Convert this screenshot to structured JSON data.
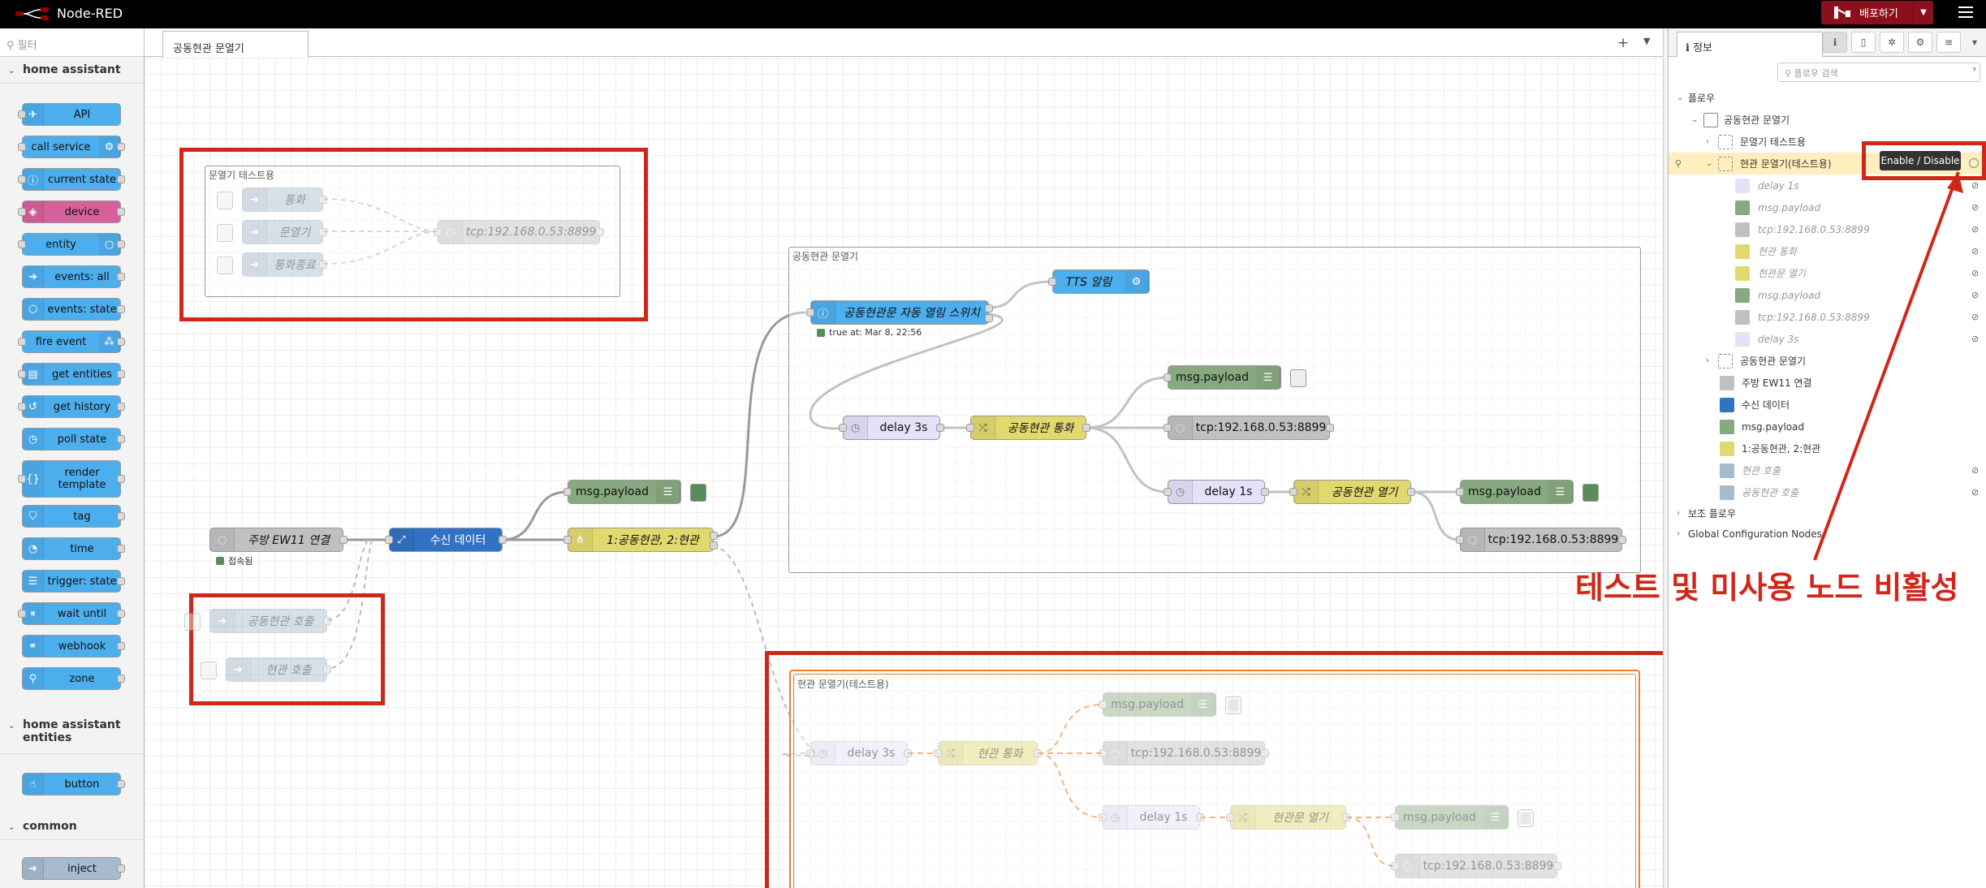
{
  "app": {
    "title": "Node-RED",
    "deploy_label": "배포하기"
  },
  "palette": {
    "filter_placeholder": "필터",
    "categories": [
      {
        "name": "home assistant"
      },
      {
        "name": "home assistant entities"
      },
      {
        "name": "common"
      }
    ],
    "nodes_ha": [
      "API",
      "call service",
      "current state",
      "device",
      "entity",
      "events: all",
      "events: state",
      "fire event",
      "get entities",
      "get history",
      "poll state",
      "render template",
      "tag",
      "time",
      "trigger: state",
      "wait until",
      "webhook",
      "zone"
    ],
    "nodes_entities": [
      "button"
    ],
    "nodes_common": [
      "inject"
    ]
  },
  "workspace": {
    "tab_label": "공동현관 문열기",
    "groups": {
      "test": "문열기 테스트용",
      "main": "공동현관 문열기",
      "hyeongwan": "현관 문열기(테스트용)"
    },
    "nodes": {
      "t_call": "통화",
      "t_open": "문열기",
      "t_end": "통화종료",
      "t_tcp": "tcp:192.168.0.53:8899",
      "ew11": "주방 EW11 연결",
      "ew11_status": "접속됨",
      "recv": "수신 데이터",
      "switch": "1:공동현관, 2:현관",
      "msg1": "msg.payload",
      "auto": "공동현관문 자동 열림 스위치",
      "auto_status": "true at: Mar 8, 22:56",
      "tts": "TTS 알림",
      "delay3s": "delay 3s",
      "call": "공동현관 통화",
      "msg2": "msg.payload",
      "tcp2": "tcp:192.168.0.53:8899",
      "delay1s": "delay 1s",
      "open": "공동현관 열기",
      "msg3": "msg.payload",
      "tcp3": "tcp:192.168.0.53:8899",
      "link1": "공동현관 호출",
      "link2": "현관 호출",
      "h_delay3s": "delay 3s",
      "h_call": "현관 통화",
      "h_msg": "msg.payload",
      "h_tcp": "tcp:192.168.0.53:8899",
      "h_delay1s": "delay 1s",
      "h_open": "현관문 열기",
      "h_msg2": "msg.payload",
      "h_tcp2": "tcp:192.168.0.53:8899"
    }
  },
  "sidebar": {
    "tab_label": "정보",
    "search_placeholder": "플로우 검색",
    "tooltip": "Enable / Disable",
    "tree": {
      "flows": "플로우",
      "flow1": "공동현관 문열기",
      "g_test": "문열기 테스트용",
      "g_hyeongwan": "현관 문열기(테스트용)",
      "c1": "delay 1s",
      "c2": "msg.payload",
      "c3": "tcp:192.168.0.53:8899",
      "c4": "현관 통화",
      "c5": "현관문 열기",
      "c6": "msg.payload",
      "c7": "tcp:192.168.0.53:8899",
      "c8": "delay 3s",
      "g_main": "공동현관 문열기",
      "n1": "주방 EW11 연결",
      "n2": "수신 데이터",
      "n3": "msg.payload",
      "n4": "1:공동현관, 2:현관",
      "n5": "현관 호출",
      "n6": "공동현관 호출",
      "subflows": "보조 플로우",
      "global": "Global Configuration Nodes"
    }
  },
  "annotation": "테스트 및 미사용 노드 비활성",
  "colors": {
    "header": "#000000",
    "deploy": "#8c101c",
    "annotation": "#d1271a",
    "ha_node": "#4daeee"
  }
}
